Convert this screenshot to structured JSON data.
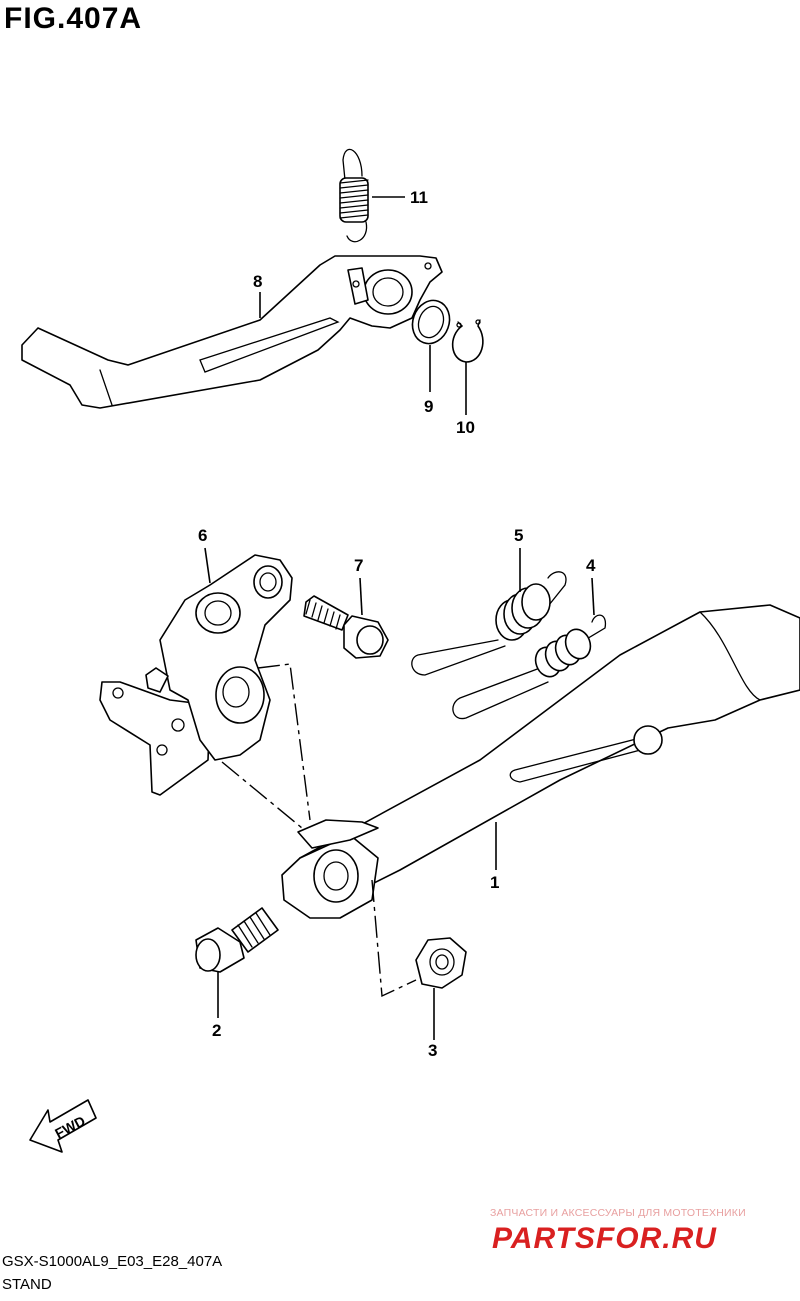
{
  "figure": {
    "title": "FIG.407A",
    "model_code": "GSX-S1000AL9_E03_E28_407A",
    "section": "STAND"
  },
  "callouts": {
    "p1": "1",
    "p2": "2",
    "p3": "3",
    "p4": "4",
    "p5": "5",
    "p6": "6",
    "p7": "7",
    "p8": "8",
    "p9": "9",
    "p10": "10",
    "p11": "11"
  },
  "fwd_label": "FWD",
  "watermark": {
    "tagline": "ЗАПЧАСТИ И АКСЕССУАРЫ ДЛЯ МОТОТЕХНИКИ",
    "brand": "PARTSFOR.RU"
  },
  "colors": {
    "line": "#000000",
    "watermark": "#d92020"
  }
}
